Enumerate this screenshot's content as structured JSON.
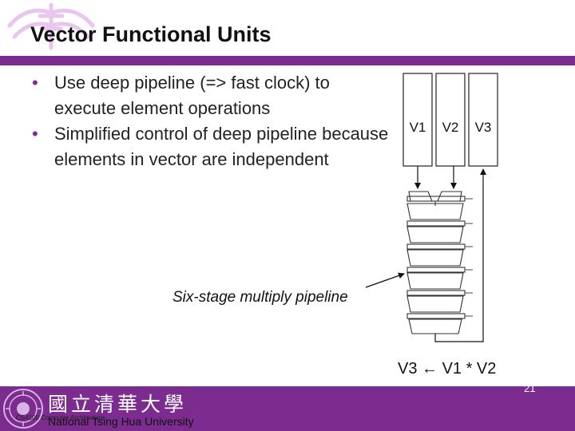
{
  "slide": {
    "title": "Vector Functional Units",
    "bullets": [
      {
        "text": "Use deep pipeline (=> fast clock) to execute element operations"
      },
      {
        "text": "Simplified control of deep pipeline because elements in vector are independent"
      }
    ],
    "bullet_glyph": "•",
    "page_number": "21",
    "accent_color": "#7b2c8e"
  },
  "diagram": {
    "registers": [
      "V1",
      "V2",
      "V3"
    ],
    "caption": "Six-stage multiply pipeline",
    "formula": "V3 ← V1 * V2"
  },
  "footer": {
    "university_cn": "國立清華大學",
    "university_en": "National Tsing Hua University",
    "course_label": "CS4100 Computer Architecture"
  }
}
